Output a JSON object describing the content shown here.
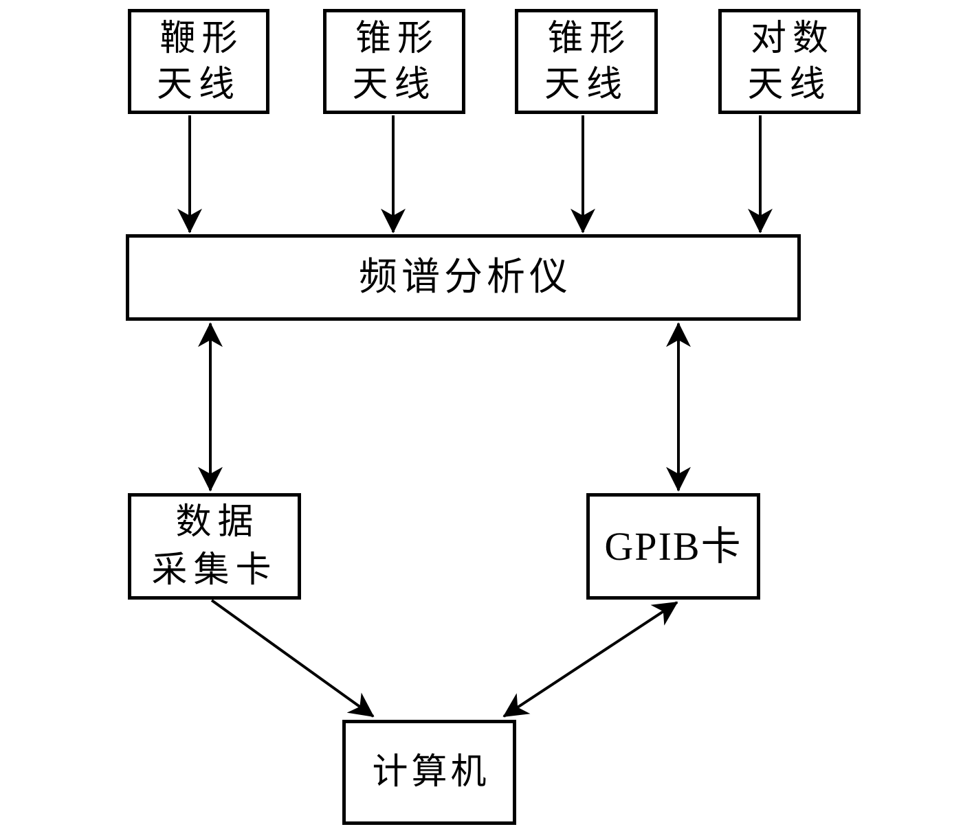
{
  "diagram": {
    "background_color": "#ffffff",
    "line_color": "#000000",
    "nodes": {
      "whip_antenna": {
        "label": "鞭形\n天线"
      },
      "cone_antenna_1": {
        "label": "锥形\n天线"
      },
      "cone_antenna_2": {
        "label": "锥形\n天线"
      },
      "log_antenna": {
        "label": "对数\n天线"
      },
      "spectrum_analyzer": {
        "label": "频谱分析仪"
      },
      "daq_card": {
        "label": "数据\n采集卡"
      },
      "gpib_card": {
        "label": "GPIB卡"
      },
      "computer": {
        "label": "计算机"
      }
    },
    "edges": [
      {
        "from": "whip_antenna",
        "to": "spectrum_analyzer",
        "bidirectional": false
      },
      {
        "from": "cone_antenna_1",
        "to": "spectrum_analyzer",
        "bidirectional": false
      },
      {
        "from": "cone_antenna_2",
        "to": "spectrum_analyzer",
        "bidirectional": false
      },
      {
        "from": "log_antenna",
        "to": "spectrum_analyzer",
        "bidirectional": false
      },
      {
        "from": "spectrum_analyzer",
        "to": "daq_card",
        "bidirectional": true
      },
      {
        "from": "spectrum_analyzer",
        "to": "gpib_card",
        "bidirectional": true
      },
      {
        "from": "daq_card",
        "to": "computer",
        "bidirectional": false
      },
      {
        "from": "computer",
        "to": "gpib_card",
        "bidirectional": true
      }
    ]
  }
}
